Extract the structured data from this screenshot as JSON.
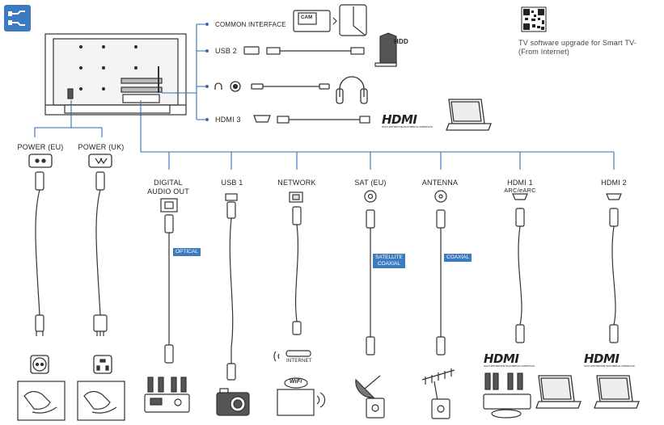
{
  "top_ports": {
    "common_interface": "COMMON INTERFACE",
    "cam": "CAM",
    "usb2": "USB 2",
    "hdd": "HDD",
    "hdmi3": "HDMI 3"
  },
  "software": {
    "line1": "TV software upgrade for Smart TV-",
    "line2": "(From Internet)"
  },
  "power": {
    "eu": "POWER (EU)",
    "uk": "POWER (UK)"
  },
  "bottom_ports": {
    "digital_line1": "DIGITAL",
    "digital_line2": "AUDIO OUT",
    "usb1": "USB 1",
    "network": "NETWORK",
    "sat": "SAT (EU)",
    "antenna": "ANTENNA",
    "hdmi1": "HDMI 1",
    "hdmi1_sub": "ARC/eARC",
    "hdmi2": "HDMI 2"
  },
  "tags": {
    "optical": "OPTICAL",
    "satellite_line1": "SATELLITE",
    "satellite_line2": "COAXIAL",
    "coaxial": "COAXIAL"
  },
  "internet": "INTERNET",
  "wifi": "WiFi",
  "hdmi_logo": "HDMI",
  "hdmi_logo_sub": "HIGH-DEFINITION MULTIMEDIA INTERFACE",
  "colors": {
    "line": "#2f6fb5",
    "device": "#333333",
    "tag": "#3b7bbf",
    "icon_box": "#3b7bbf"
  }
}
